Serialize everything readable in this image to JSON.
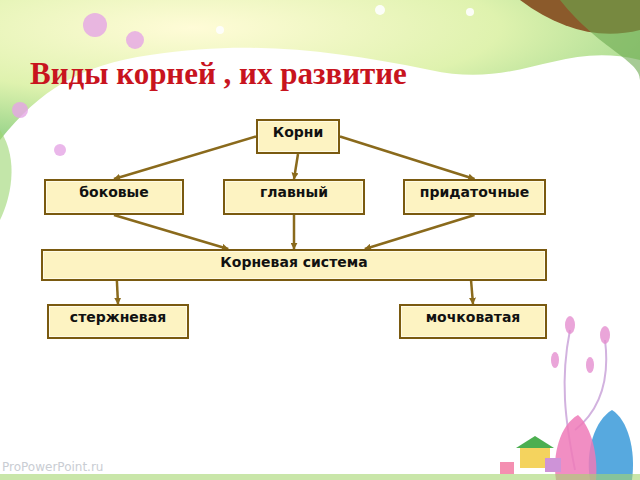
{
  "diagram": {
    "title": "Виды корней , их развитие",
    "nodes": [
      {
        "text": [
          "Корни"
        ]
      },
      {
        "text": [
          "боковые"
        ]
      },
      {
        "text": [
          "главный"
        ]
      },
      {
        "text": [
          "придаточные"
        ]
      },
      {
        "text": [
          "Корневая система"
        ]
      },
      {
        "text": [
          "стержневая"
        ]
      },
      {
        "text": [
          "мочковатая"
        ]
      }
    ],
    "edges": [
      {
        "from": 0,
        "to": 1,
        "arrow": "to"
      },
      {
        "from": 0,
        "to": 2,
        "arrow": "to"
      },
      {
        "from": 0,
        "to": 3,
        "arrow": "to"
      },
      {
        "from": 1,
        "to": 4,
        "arrow": "to"
      },
      {
        "from": 2,
        "to": 4,
        "arrow": "to"
      },
      {
        "from": 3,
        "to": 4,
        "arrow": "to"
      },
      {
        "from": 4,
        "to": 5,
        "arrow": "to"
      },
      {
        "from": 4,
        "to": 6,
        "arrow": "to"
      }
    ],
    "labels": [
      "ProPowerPoint.ru"
    ]
  }
}
